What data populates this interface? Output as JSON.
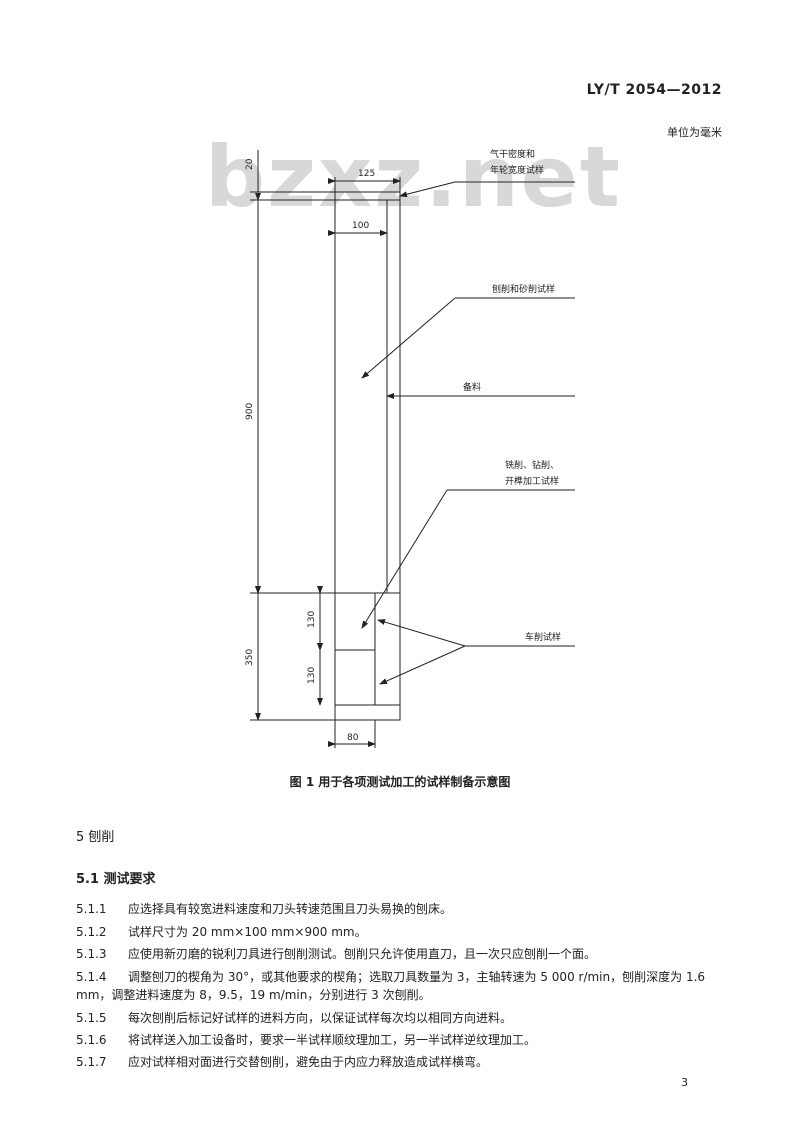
{
  "header": {
    "standard_number": "LY/T 2054—2012",
    "unit_note": "单位为毫米"
  },
  "watermark": "bzxz.net",
  "figure": {
    "dimensions": {
      "total_width": "125",
      "top_strip": "20",
      "inner_width": "100",
      "long_length": "900",
      "short_length": "350",
      "block_upper": "130",
      "block_lower": "130",
      "bottom_width": "80"
    },
    "labels": {
      "label_1_line1": "气干密度和",
      "label_1_line2": "年轮宽度试样",
      "label_2": "刨削和砂削试样",
      "label_3": "备料",
      "label_4_line1": "铣削、钻削、",
      "label_4_line2": "开榫加工试样",
      "label_5": "车削试样"
    },
    "caption": "图 1   用于各项测试加工的试样制备示意图"
  },
  "section5": {
    "title": "5   刨削"
  },
  "section51": {
    "title": "5.1   测试要求"
  },
  "items": [
    {
      "num": "5.1.1",
      "text": "应选择具有较宽进料速度和刀头转速范围且刀头易换的刨床。"
    },
    {
      "num": "5.1.2",
      "text": "试样尺寸为 20 mm×100 mm×900 mm。"
    },
    {
      "num": "5.1.3",
      "text": "应使用新刃磨的锐利刀具进行刨削测试。刨削只允许使用直刀，且一次只应刨削一个面。"
    },
    {
      "num": "5.1.4",
      "text": "调整刨刀的楔角为 30°，或其他要求的楔角；选取刀具数量为 3，主轴转速为 5 000 r/min，刨削深度为 1.6 mm，调整进料速度为 8，9.5，19 m/min，分别进行 3 次刨削。"
    },
    {
      "num": "5.1.5",
      "text": "每次刨削后标记好试样的进料方向，以保证试样每次均以相同方向进料。"
    },
    {
      "num": "5.1.6",
      "text": "将试样送入加工设备时，要求一半试样顺纹理加工，另一半试样逆纹理加工。"
    },
    {
      "num": "5.1.7",
      "text": "应对试样相对面进行交替刨削，避免由于内应力释放造成试样横弯。"
    }
  ],
  "page_number": "3"
}
